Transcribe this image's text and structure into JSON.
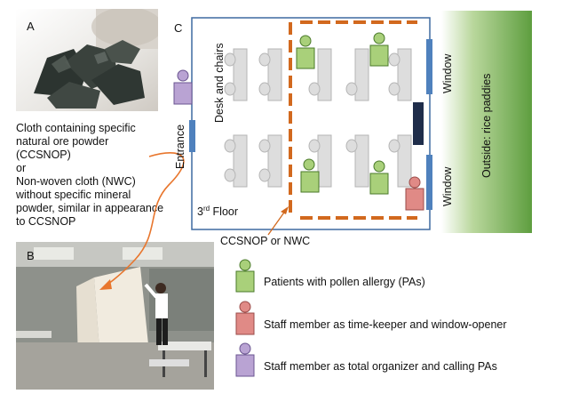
{
  "panels": {
    "a_label": "A",
    "b_label": "B",
    "c_label": "C"
  },
  "caption": {
    "line1": "Cloth containing specific",
    "line2": "natural ore powder",
    "line3": "(CCSNOP)",
    "line4": "or",
    "line5": "Non-woven cloth (NWC)",
    "line6": "without specific mineral",
    "line7": "powder, similar in appearance",
    "line8": "to CCSNOP"
  },
  "floor_plan": {
    "entrance_label": "Entrance",
    "desk_label": "Desk and chairs",
    "floor_label_num": "3",
    "floor_label_sup": "rd",
    "floor_label_word": " Floor",
    "window_top_label": "Window",
    "window_bottom_label": "Window",
    "outside_label": "Outside: rice paddies",
    "barrier_label": "CCSNOP or NWC"
  },
  "legend": [
    {
      "label": "Patients with pollen allergy (PAs)",
      "color": "#a9d07a",
      "head": "#a9d07a"
    },
    {
      "label": "Staff member as time-keeper and window-opener",
      "color": "#e08a86",
      "head": "#e08a86"
    },
    {
      "label": "Staff member as total organizer and calling PAs",
      "color": "#b9a3d3",
      "head": "#b9a3d3"
    }
  ],
  "colors": {
    "barrier": "#d2691e",
    "window": "#4f81bd",
    "room_border": "#3f6aa0",
    "outside_green": "#6aa84f",
    "dark_panel": "#1f2d4a"
  }
}
